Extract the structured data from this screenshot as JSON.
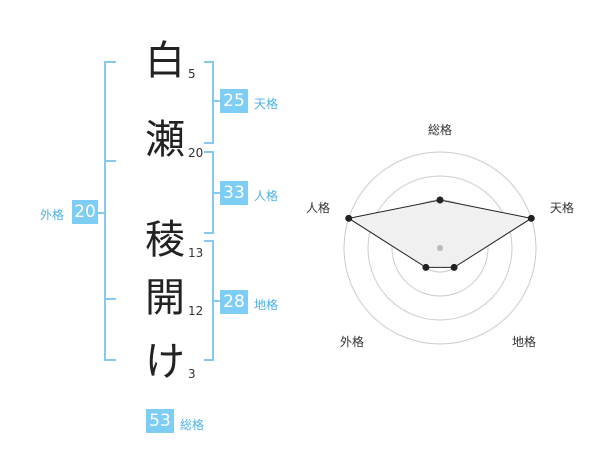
{
  "name": {
    "chars": [
      {
        "char": "白",
        "strokes": "5"
      },
      {
        "char": "瀬",
        "strokes": "20"
      },
      {
        "char": "稜",
        "strokes": "13"
      },
      {
        "char": "開",
        "strokes": "12"
      },
      {
        "char": "け",
        "strokes": "3"
      }
    ]
  },
  "fortunes": {
    "tenkaku": {
      "value": "25",
      "label": "天格"
    },
    "jinkaku": {
      "value": "33",
      "label": "人格"
    },
    "chikaku": {
      "value": "28",
      "label": "地格"
    },
    "gaikaku": {
      "value": "20",
      "label": "外格"
    },
    "soukaku": {
      "value": "53",
      "label": "総格"
    }
  },
  "radar": {
    "axes": [
      "総格",
      "天格",
      "地格",
      "外格",
      "人格"
    ],
    "levels": 4,
    "values": [
      2,
      4,
      1,
      1,
      4
    ],
    "max": 4,
    "colors": {
      "fill": "#f0f0f0",
      "line": "#222222",
      "ring": "#cccccc",
      "center": "#bbbbbb"
    }
  }
}
